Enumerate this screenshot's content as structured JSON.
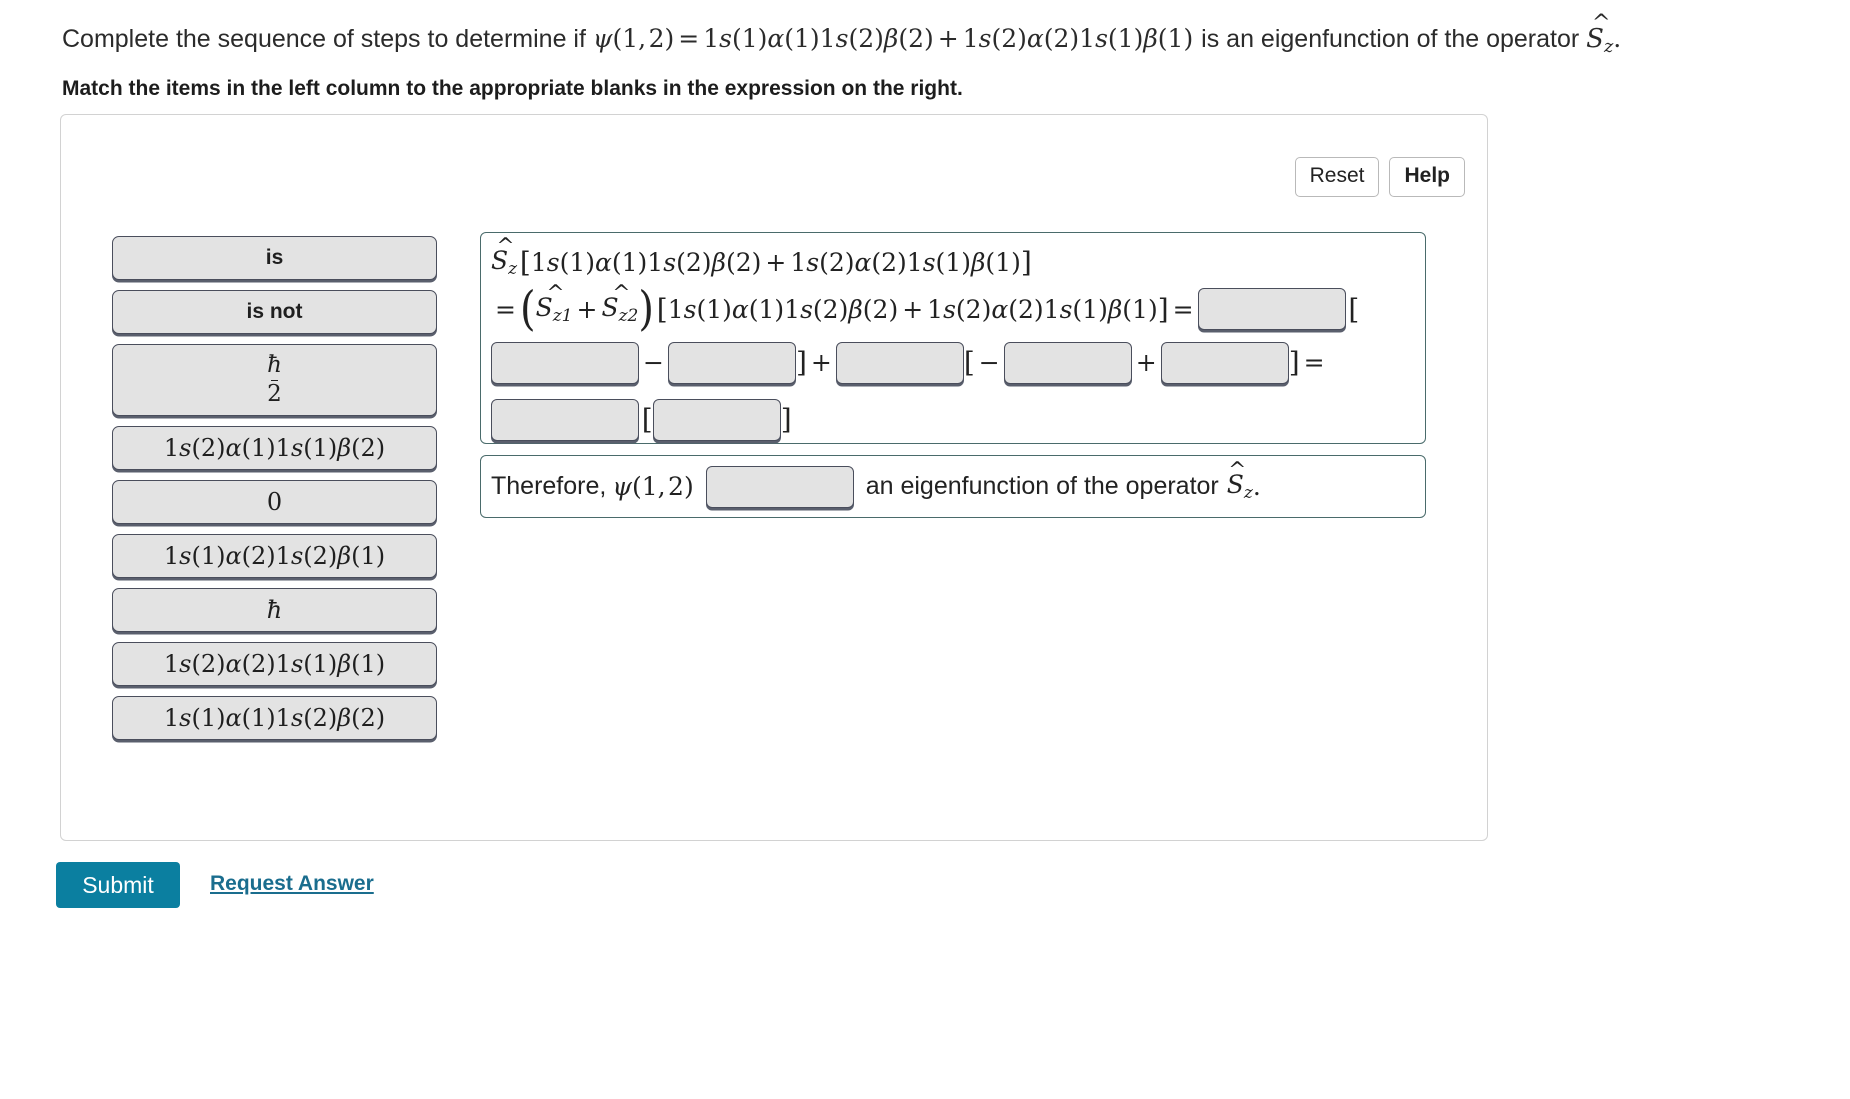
{
  "question": {
    "prompt_prefix": "Complete the sequence of steps to determine if",
    "psi_expression": "ψ(1, 2) = 1s(1)α(1)1s(2)β(2) + 1s(2)α(2)1s(1)β(1)",
    "prompt_suffix": "is an eigenfunction of the operator",
    "operator": "Ŝz",
    "instruction": "Match the items in the left column to the appropriate blanks in the expression on the right."
  },
  "toolbar": {
    "reset_label": "Reset",
    "help_label": "Help"
  },
  "tiles": [
    {
      "id": "tile-is",
      "label": "is",
      "kind": "word",
      "size": "sm"
    },
    {
      "id": "tile-is-not",
      "label": "is not",
      "kind": "word",
      "size": "sm"
    },
    {
      "id": "tile-hbar-over2",
      "label": "ħ/2",
      "kind": "frac",
      "size": "lg",
      "numerator": "ħ",
      "denominator": "2"
    },
    {
      "id": "tile-2a1b2",
      "label": "1s(2)α(1)1s(1)β(2)",
      "kind": "math",
      "size": "sm"
    },
    {
      "id": "tile-zero",
      "label": "0",
      "kind": "math",
      "size": "sm"
    },
    {
      "id": "tile-1a2b1",
      "label": "1s(1)α(2)1s(2)β(1)",
      "kind": "math",
      "size": "sm"
    },
    {
      "id": "tile-hbar",
      "label": "ħ",
      "kind": "math",
      "size": "sm"
    },
    {
      "id": "tile-2a2b1",
      "label": "1s(2)α(2)1s(1)β(1)",
      "kind": "math",
      "size": "sm"
    },
    {
      "id": "tile-1a1b2",
      "label": "1s(1)α(1)1s(2)β(2)",
      "kind": "math",
      "size": "sm"
    }
  ],
  "expression": {
    "line1": "Ŝz [1s(1)α(1)1s(2)β(2) + 1s(2)α(2)1s(1)β(1)]",
    "line2": "= (Ŝz1 + Ŝz2) [1s(1)α(1)1s(2)β(2)+ 1s(2)α(2)1s(1)β(1)] =",
    "operators": {
      "equals": "=",
      "plus": "+",
      "minus": "−",
      "bracket_open": "[",
      "bracket_close": "]",
      "paren_open": "(",
      "paren_close": ")"
    },
    "slots": [
      {
        "id": "slot-1",
        "value": "",
        "line": 2
      },
      {
        "id": "slot-2",
        "value": "",
        "line": 3
      },
      {
        "id": "slot-3",
        "value": "",
        "line": 3
      },
      {
        "id": "slot-4",
        "value": "",
        "line": 3
      },
      {
        "id": "slot-5",
        "value": "",
        "line": 3
      },
      {
        "id": "slot-6",
        "value": "",
        "line": 3
      },
      {
        "id": "slot-7",
        "value": "",
        "line": 4
      },
      {
        "id": "slot-8",
        "value": "",
        "line": 4
      }
    ]
  },
  "conclusion": {
    "prefix": "Therefore,",
    "psi": "ψ(1, 2)",
    "slot_value": "",
    "suffix": "an eigenfunction of the operator",
    "operator": "Ŝz",
    "period": "."
  },
  "footer": {
    "submit_label": "Submit",
    "request_answer_label": "Request Answer"
  },
  "colors": {
    "submit_bg": "#0b7fa0",
    "link": "#1a6d8e",
    "tile_bg": "#e3e3e3",
    "tile_border": "#4a4e5c",
    "panel_border": "#4a6b6b"
  }
}
